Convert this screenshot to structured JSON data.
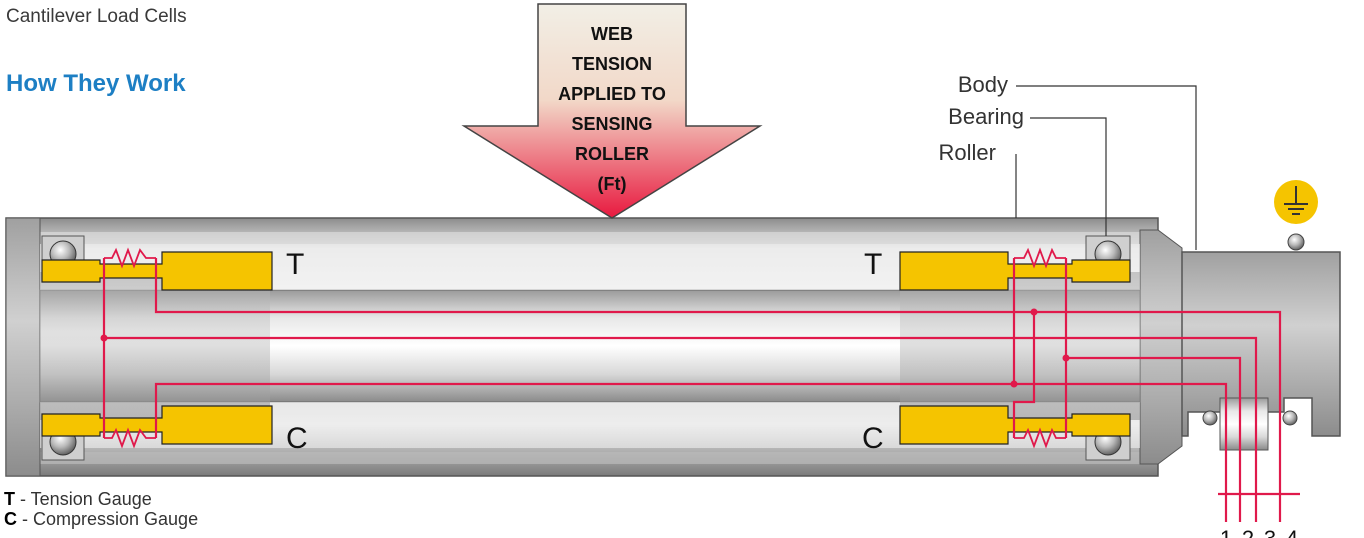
{
  "subtitle": "Cantilever Load Cells",
  "heading": "How They Work",
  "arrow_label": [
    "WEB",
    "TENSION",
    "APPLIED TO",
    "SENSING",
    "ROLLER",
    "(Ft)"
  ],
  "callouts": {
    "body": "Body",
    "bearing": "Bearing",
    "roller": "Roller"
  },
  "gauge_marks": {
    "tension": "T",
    "compression": "C"
  },
  "legend": [
    {
      "key": "T",
      "text": " - Tension Gauge"
    },
    {
      "key": "C",
      "text": " - Compression Gauge"
    }
  ],
  "terminals": [
    "1",
    "2",
    "3",
    "4"
  ],
  "colors": {
    "wire": "#e0194b",
    "gauge": "#f5c400",
    "heading": "#1d7fc4",
    "ground_symbol": "#f5c400"
  },
  "icons": {
    "ground": "ground-symbol-icon",
    "resistor": "strain-resistor-icon",
    "bearing": "ball-bearing-icon"
  }
}
